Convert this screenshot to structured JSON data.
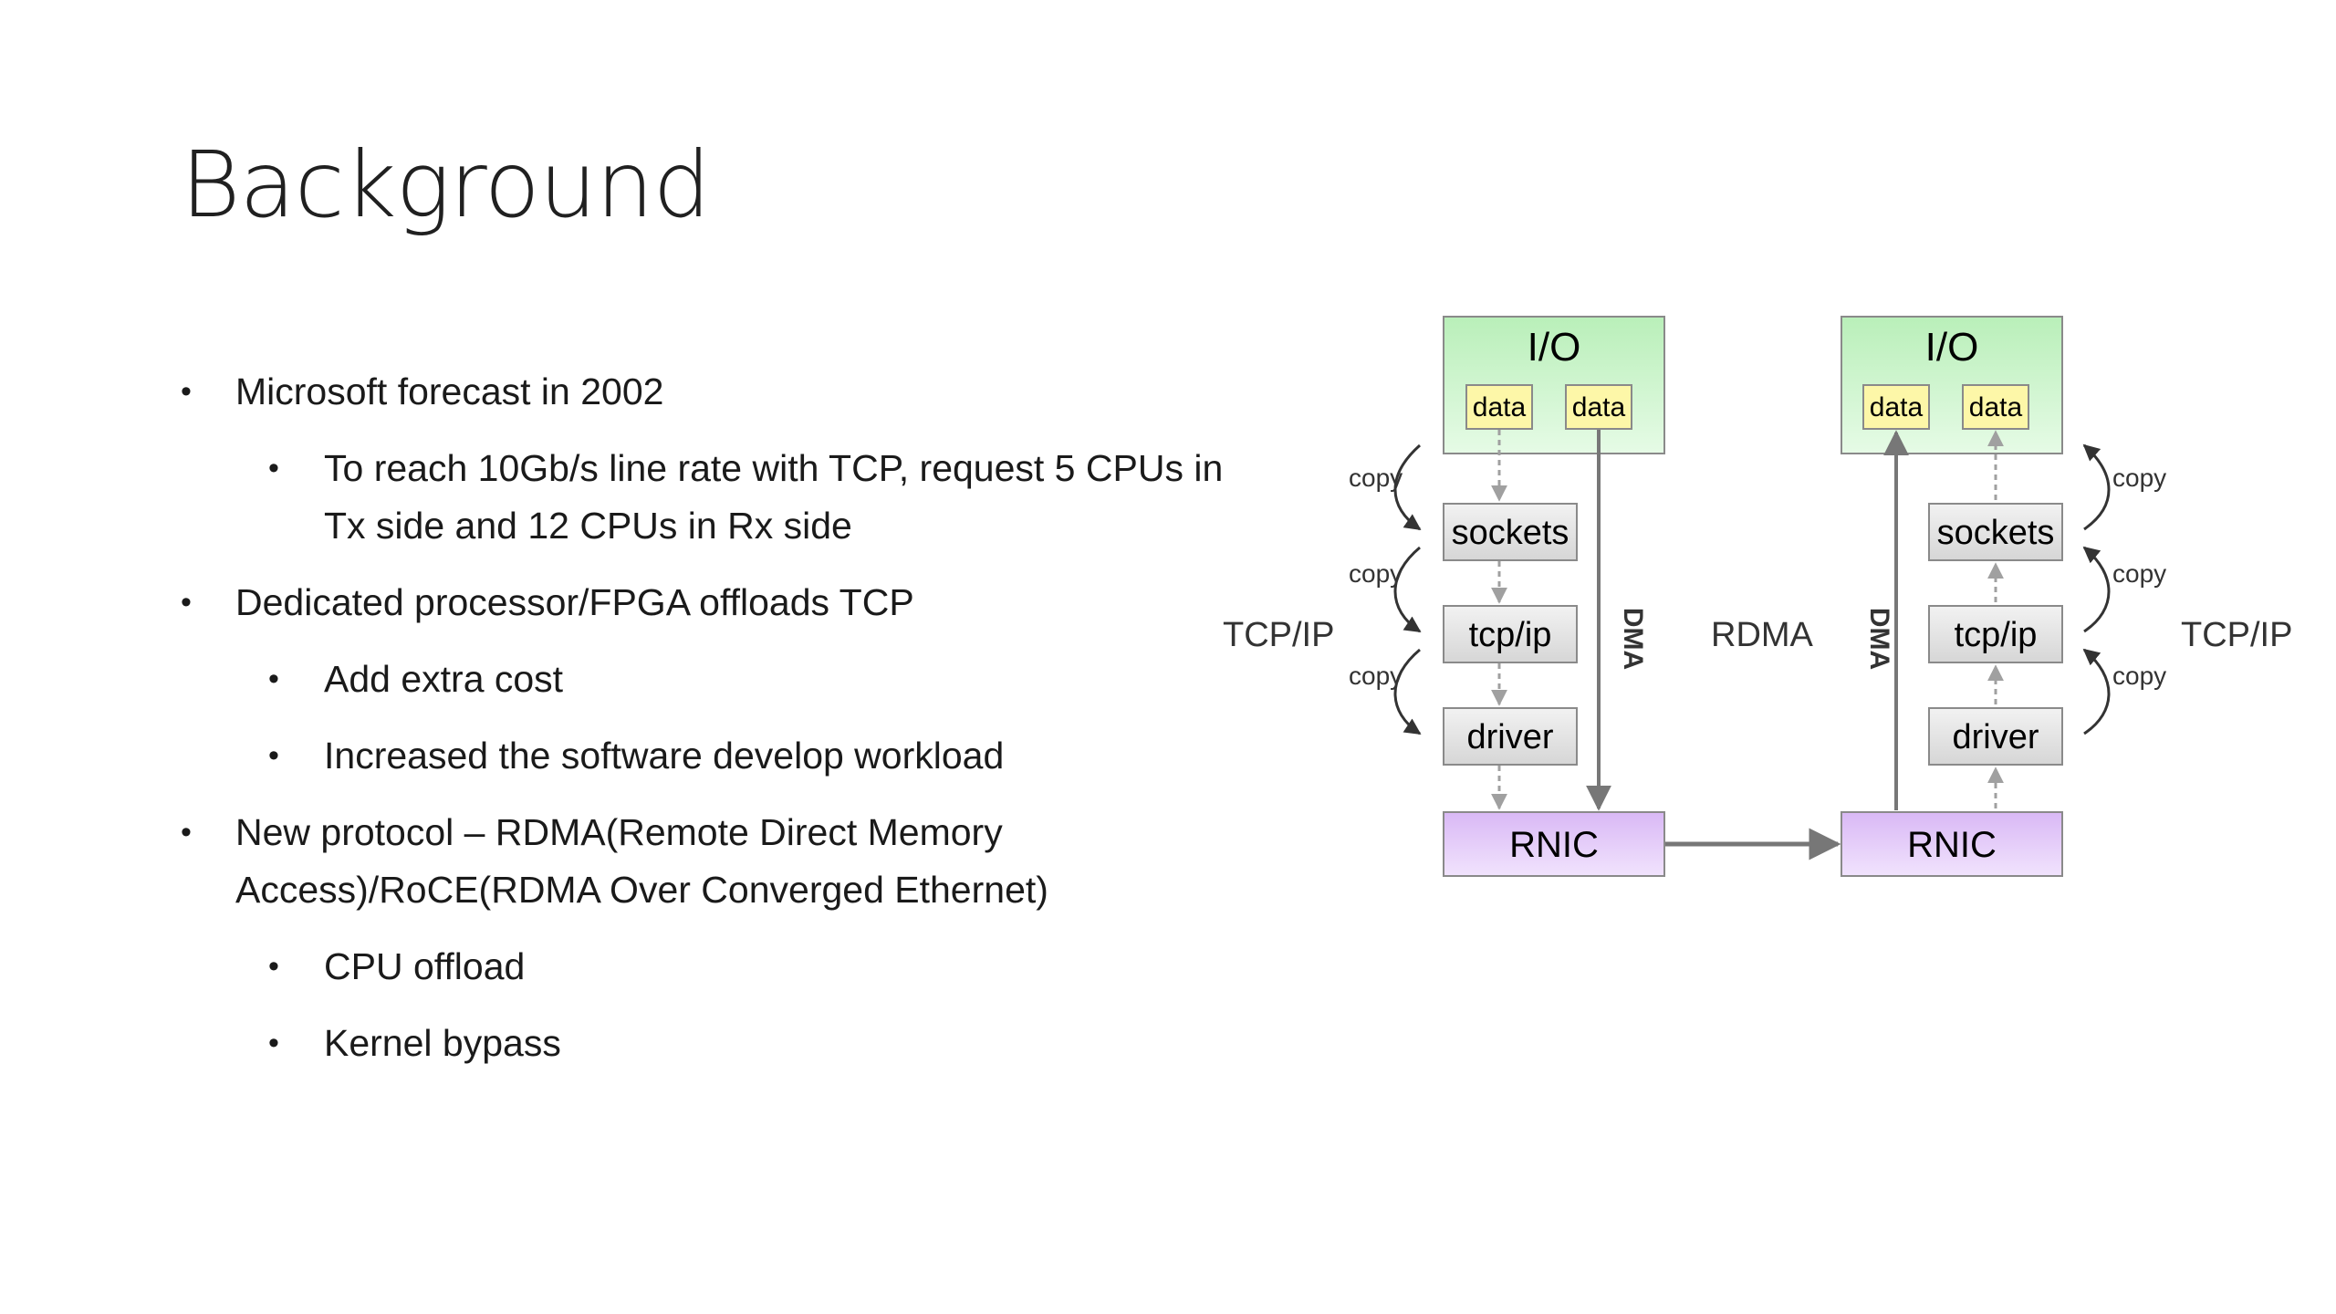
{
  "title": "Background",
  "bullets": [
    {
      "level": 1,
      "text": "Microsoft forecast in 2002"
    },
    {
      "level": 2,
      "text": "To reach 10Gb/s line rate with TCP,  request 5 CPUs in Tx side and 12 CPUs in Rx side"
    },
    {
      "level": 1,
      "text": "Dedicated processor/FPGA offloads TCP"
    },
    {
      "level": 2,
      "text": "Add extra  cost"
    },
    {
      "level": 2,
      "text": "Increased the software develop workload"
    },
    {
      "level": 1,
      "text": "New protocol – RDMA(Remote Direct Memory Access)/RoCE(RDMA Over Converged Ethernet)"
    },
    {
      "level": 2,
      "text": "CPU offload"
    },
    {
      "level": 2,
      "text": "Kernel bypass"
    }
  ],
  "bullet_symbol": "•",
  "diagram": {
    "left_stack": {
      "io": "I/O",
      "data_1": "data",
      "data_2": "data",
      "sockets": "sockets",
      "tcpip": "tcp/ip",
      "driver": "driver",
      "rnic": "RNIC",
      "dma": "DMA",
      "copy": "copy",
      "stack_label": "TCP/IP"
    },
    "right_stack": {
      "io": "I/O",
      "data_1": "data",
      "data_2": "data",
      "sockets": "sockets",
      "tcpip": "tcp/ip",
      "driver": "driver",
      "rnic": "RNIC",
      "dma": "DMA",
      "copy": "copy",
      "stack_label": "TCP/IP"
    },
    "center_label": "RDMA",
    "colors": {
      "io_fill_top": "#b9efb9",
      "io_fill_bottom": "#e6fbe6",
      "data_fill": "#fdf7a8",
      "layer_fill": "#e2e2e2",
      "rnic_fill_top": "#d9b8f5",
      "rnic_fill_bottom": "#f1e3fd",
      "arrow": "#777777",
      "dashed": "#a0a0a0",
      "copy_arrow": "#333333"
    }
  }
}
